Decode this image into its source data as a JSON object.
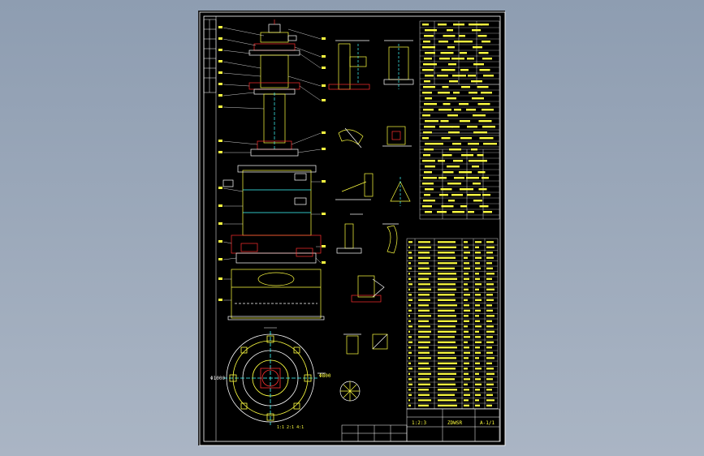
{
  "drawing": {
    "title_block": {
      "left_text": "1:2:3",
      "center_text": "ZDWSR",
      "right_text": "A-1/1",
      "bottom_caption": "1:1  2:1  4:1"
    },
    "plan_view": {
      "dimension_label": "Φ800",
      "marker": "Φ1000"
    }
  },
  "colors": {
    "background": "#8e9db1",
    "sheet": "#000000",
    "line_primary": "#ffff40",
    "line_secondary": "#ffffff",
    "accent_red": "#ff3030",
    "accent_cyan": "#40ffff",
    "accent_green": "#40ff40"
  },
  "icons": [
    "cad-drawing-sheet",
    "column-elevation",
    "plan-circle",
    "detail-views",
    "parts-table"
  ]
}
